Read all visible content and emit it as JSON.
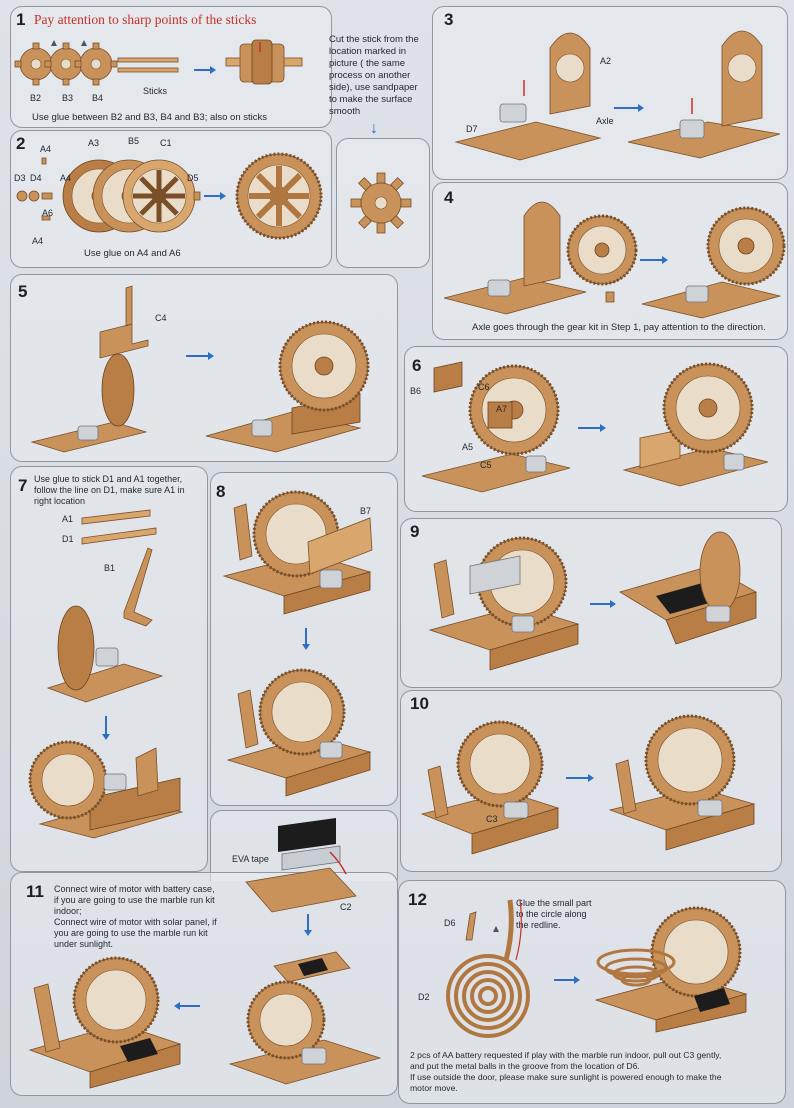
{
  "steps": {
    "s1": {
      "number": "1",
      "warning": "Pay attention to sharp points of the sticks",
      "labels": [
        "B2",
        "B3",
        "B4",
        "Sticks"
      ],
      "note": "Use glue between B2 and B3, B4 and B3; also on sticks",
      "side_note_lines": [
        "Cut the stick from the",
        "location marked in",
        "picture ( the same",
        "process on another",
        "side), use sandpaper",
        "to make the surface",
        "smooth"
      ]
    },
    "s2": {
      "number": "2",
      "labels": [
        "A4",
        "A3",
        "B5",
        "C1",
        "D3",
        "D4",
        "A4",
        "D5",
        "A6",
        "A4"
      ],
      "note": "Use glue on A4 and A6"
    },
    "s3": {
      "number": "3",
      "labels": [
        "A2",
        "D7",
        "Axle"
      ]
    },
    "s4": {
      "number": "4",
      "note": "Axle goes through the gear kit in Step 1, pay attention to the direction."
    },
    "s5": {
      "number": "5",
      "labels": [
        "C4"
      ]
    },
    "s6": {
      "number": "6",
      "labels": [
        "B6",
        "C6",
        "A7",
        "A5",
        "C5"
      ]
    },
    "s7": {
      "number": "7",
      "note_lines": [
        "Use glue to stick D1 and A1 together,",
        "follow the line on D1, make sure A1 in",
        "right location"
      ],
      "labels": [
        "A1",
        "D1",
        "B1"
      ]
    },
    "s8": {
      "number": "8",
      "labels": [
        "B7"
      ]
    },
    "s9": {
      "number": "9"
    },
    "s10": {
      "number": "10",
      "labels": [
        "C3"
      ]
    },
    "s11": {
      "number": "11",
      "note_lines": [
        "Connect wire of motor with battery case,",
        "if you are going to use the marble run kit",
        "indoor;",
        "Connect wire of motor with solar panel, if",
        "you are going to use the marble run kit",
        "under sunlight."
      ],
      "labels": [
        "EVA tape",
        "C2"
      ]
    },
    "s12": {
      "number": "12",
      "note_lines": [
        "Glue the small part",
        "to the circle along",
        "the redline."
      ],
      "labels": [
        "D6",
        "D2"
      ],
      "footer_lines": [
        "2 pcs of AA battery requested if play with the marble run indoor, pull out C3 gently,",
        "and put the metal balls in the groove from the location of D6.",
        "If use outside the door, please make sure sunlight is powered enough to make the",
        "motor move."
      ]
    }
  },
  "colors": {
    "arrow": "#2d6fc4",
    "warning": "#c4302b",
    "wood": "#c8925a",
    "panel_border": "#8f97a3"
  }
}
